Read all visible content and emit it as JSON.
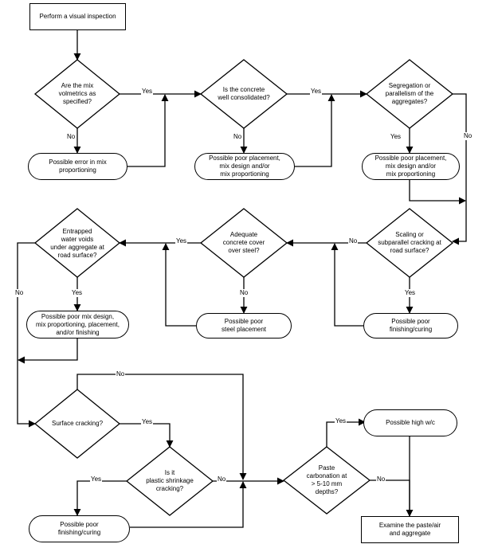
{
  "nodes": {
    "start": "Perform a visual inspection",
    "q_volumetrics": "Are the mix\nvolmetrics as\nspecified?",
    "r_mix_error": "Possible error in mix\nproportioning",
    "q_consolidated": "Is the concrete\nwell consolidated?",
    "r_poor_placement_mix": "Possible poor placement,\nmix design and/or\nmix proportioning",
    "q_segregation": "Segregation or\nparallelism of the\naggregates?",
    "r_poor_placement_mix2": "Possible poor placement,\nmix design and/or\nmix proportioning",
    "q_scaling": "Scaling or\nsubparallel cracking at\nroad surface?",
    "r_finishing_curing1": "Possible poor\nfinishing/curing",
    "q_cover": "Adequate\nconcrete cover\nover steel?",
    "r_steel_placement": "Possible poor\nsteel placement",
    "q_entrapped": "Entrapped\nwater voids\nunder aggregate at\nroad surface?",
    "r_poor_mix_design": "Possible poor mix design,\nmix proportioning, placement,\nand/or finishing",
    "q_surface_cracking": "Surface cracking?",
    "q_plastic_shrinkage": "Is it\nplastic shrinkage\ncracking?",
    "r_finishing_curing2": "Possible poor\nfinishing/curing",
    "q_carbonation": "Paste\ncarbonation at\n> 5-10 mm\ndepths?",
    "r_high_wc": "Possible high w/c",
    "r_examine": "Examine the paste/air\nand aggregate"
  },
  "labels": {
    "yes": "Yes",
    "no": "No"
  }
}
